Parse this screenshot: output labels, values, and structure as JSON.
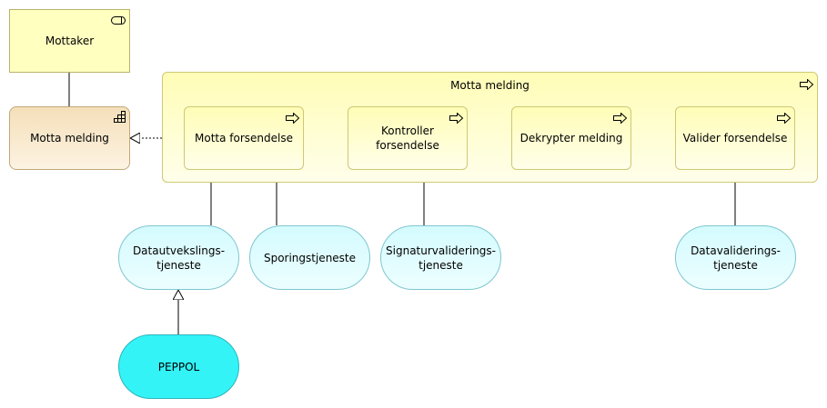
{
  "nodes": {
    "mottaker": "Mottaker",
    "motta_melding_role": "Motta melding",
    "motta_melding_process": "Motta melding",
    "motta_forsendelse": "Motta forsendelse",
    "kontroller_forsendelse": "Kontroller forsendelse",
    "dekrypter_melding": "Dekrypter melding",
    "valider_forsendelse": "Valider forsendelse",
    "datautvekslings_tjeneste": "Datautvekslings-\ntjeneste",
    "sporingstjeneste": "Sporingstjeneste",
    "signaturvaliderings_tjeneste": "Signaturvaliderings-\ntjeneste",
    "datavaliderings_tjeneste": "Datavaliderings-\ntjeneste",
    "peppol": "PEPPOL"
  },
  "icons": {
    "actor": "role-toggle-icon",
    "role": "function-grid-icon",
    "process": "process-arrow-icon"
  },
  "colors": {
    "actor_fill": "#ffffc0",
    "role_fill": "#f4dfb9",
    "process_fill": "#fffdb6",
    "service_fill": "#d4fbff",
    "peppol_fill": "#33f3f6"
  }
}
